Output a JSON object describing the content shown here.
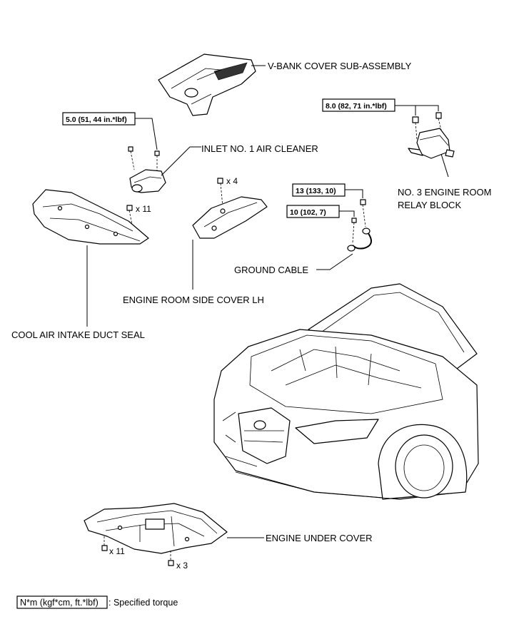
{
  "labels": {
    "v_bank_cover": "V-BANK COVER SUB-ASSEMBLY",
    "inlet_air_cleaner": "INLET NO. 1 AIR CLEANER",
    "relay_block_line1": "NO. 3 ENGINE ROOM",
    "relay_block_line2": "RELAY BLOCK",
    "ground_cable": "GROUND CABLE",
    "side_cover": "ENGINE ROOM SIDE COVER LH",
    "duct_seal": "COOL AIR INTAKE DUCT SEAL",
    "under_cover": "ENGINE UNDER COVER"
  },
  "torques": {
    "inlet": "5.0 (51, 44 in.*lbf)",
    "relay": "8.0 (82, 71 in.*lbf)",
    "ground_top": "13 (133, 10)",
    "ground_bottom": "10 (102, 7)"
  },
  "quantities": {
    "side_cover_clips": "x 4",
    "duct_seal_clips": "x 11",
    "under_cover_clips_a": "x 11",
    "under_cover_clips_b": "x 3"
  },
  "legend": {
    "unit": "N*m (kgf*cm, ft.*lbf)",
    "description": ": Specified torque"
  }
}
